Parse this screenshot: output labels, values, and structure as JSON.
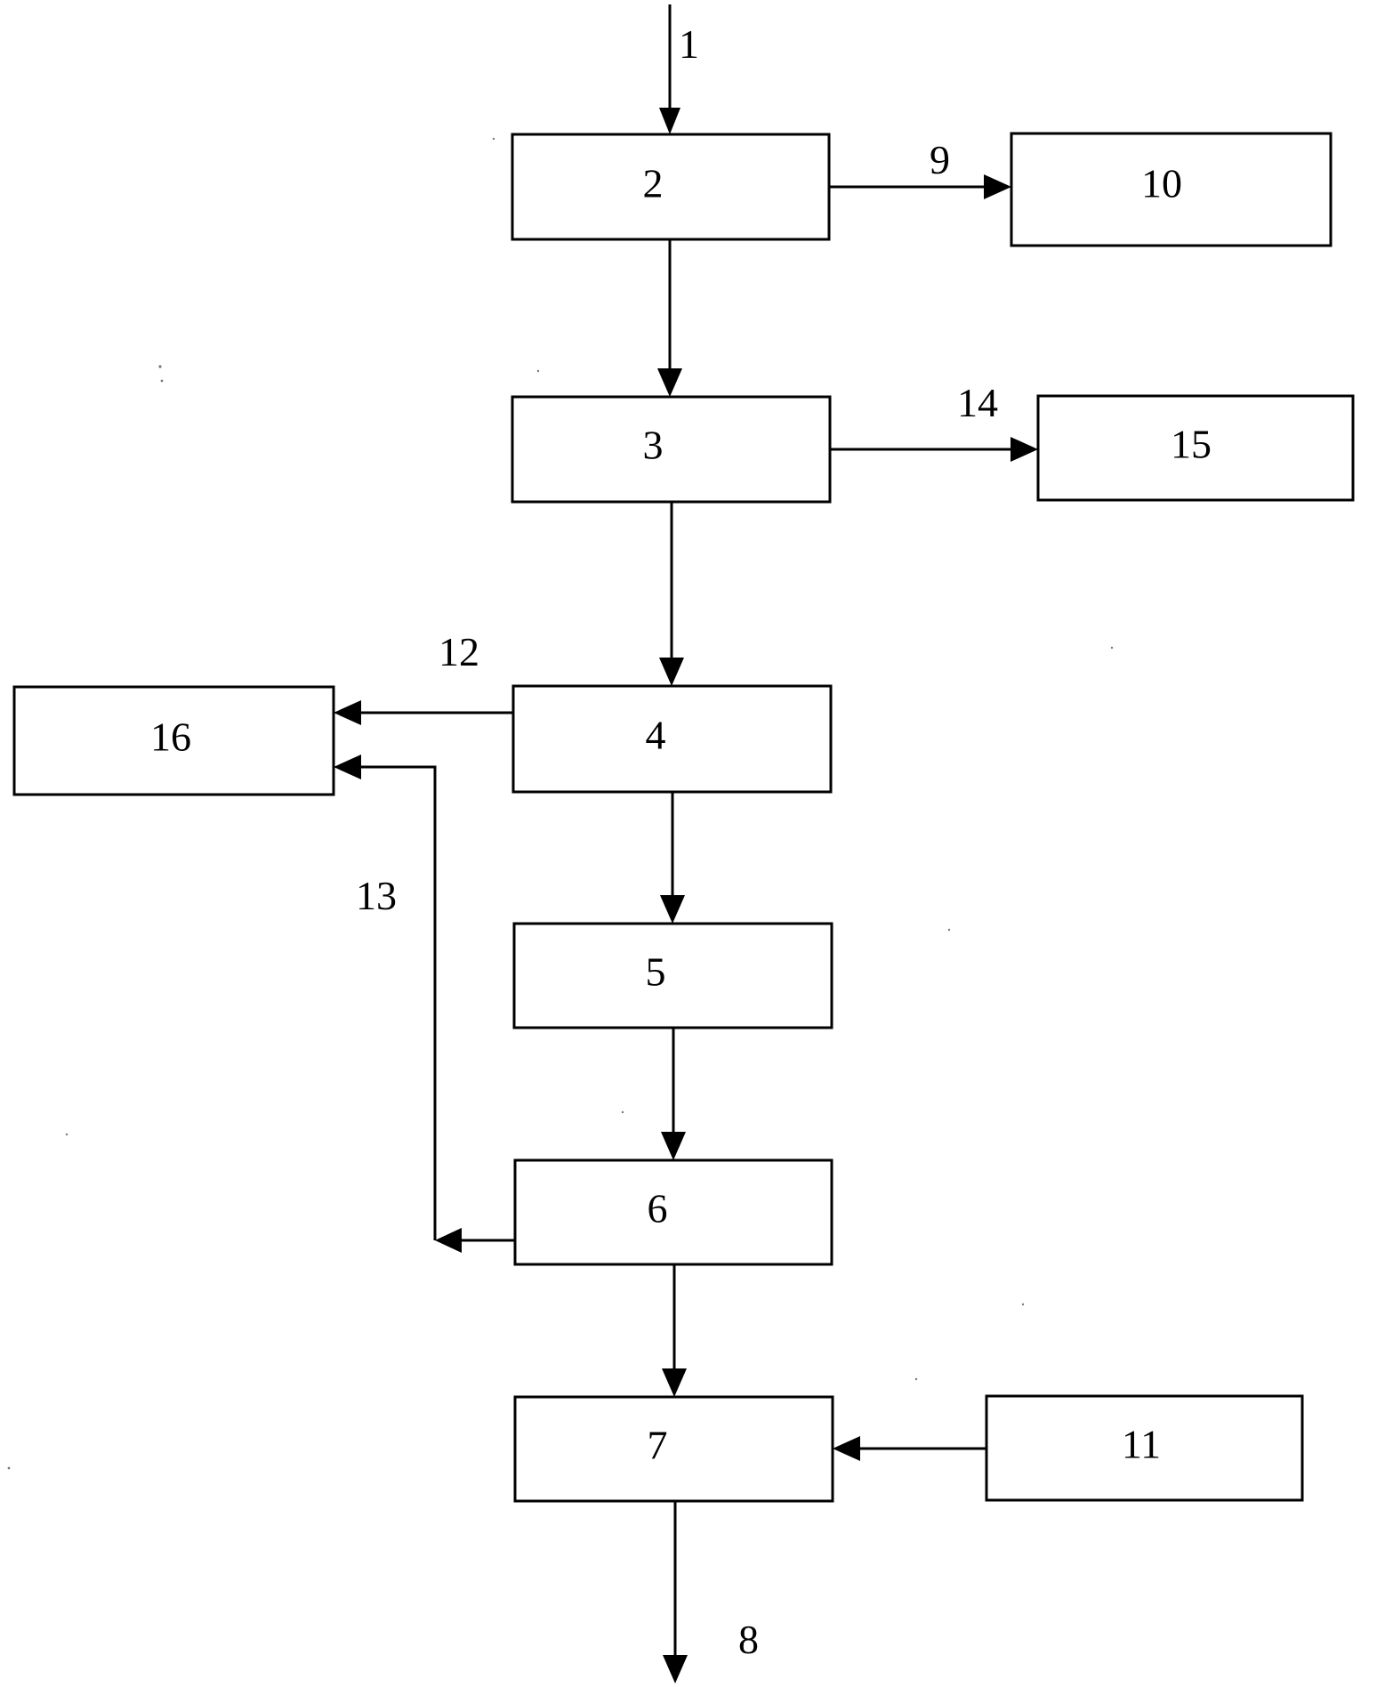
{
  "colors": {
    "background": "#ffffff",
    "ink": "#000000"
  },
  "boxes": {
    "b2": "2",
    "b3": "3",
    "b4": "4",
    "b5": "5",
    "b6": "6",
    "b7": "7",
    "b10": "10",
    "b11": "11",
    "b15": "15",
    "b16": "16"
  },
  "flows": {
    "f1": "1",
    "f8": "8",
    "f9": "9",
    "f12": "12",
    "f13": "13",
    "f14": "14"
  }
}
